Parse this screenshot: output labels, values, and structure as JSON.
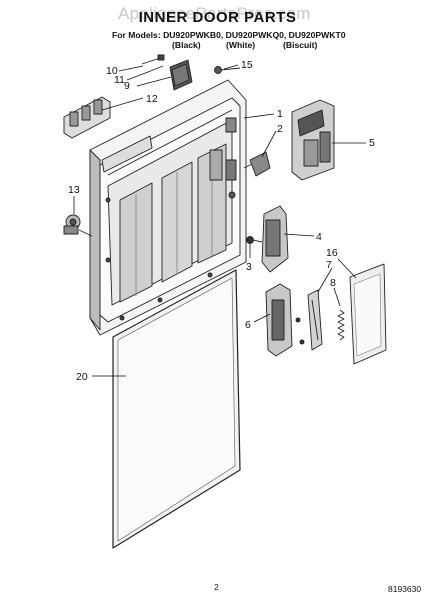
{
  "watermark": "AppliancePartsPros.com",
  "title": "INNER DOOR PARTS",
  "models_line": "For Models: DU920PWKB0, DU920PWKQ0, DU920PWKT0",
  "colors": [
    "(Black)",
    "(White)",
    "(Biscuit)"
  ],
  "callouts": {
    "c1": "1",
    "c2": "2",
    "c3": "3",
    "c4": "4",
    "c5": "5",
    "c6": "6",
    "c7": "7",
    "c8": "8",
    "c9": "9",
    "c10": "10",
    "c11": "11",
    "c12": "12",
    "c13": "13",
    "c15": "15",
    "c16": "16",
    "c20": "20"
  },
  "page_number": "2",
  "doc_number": "8193630"
}
